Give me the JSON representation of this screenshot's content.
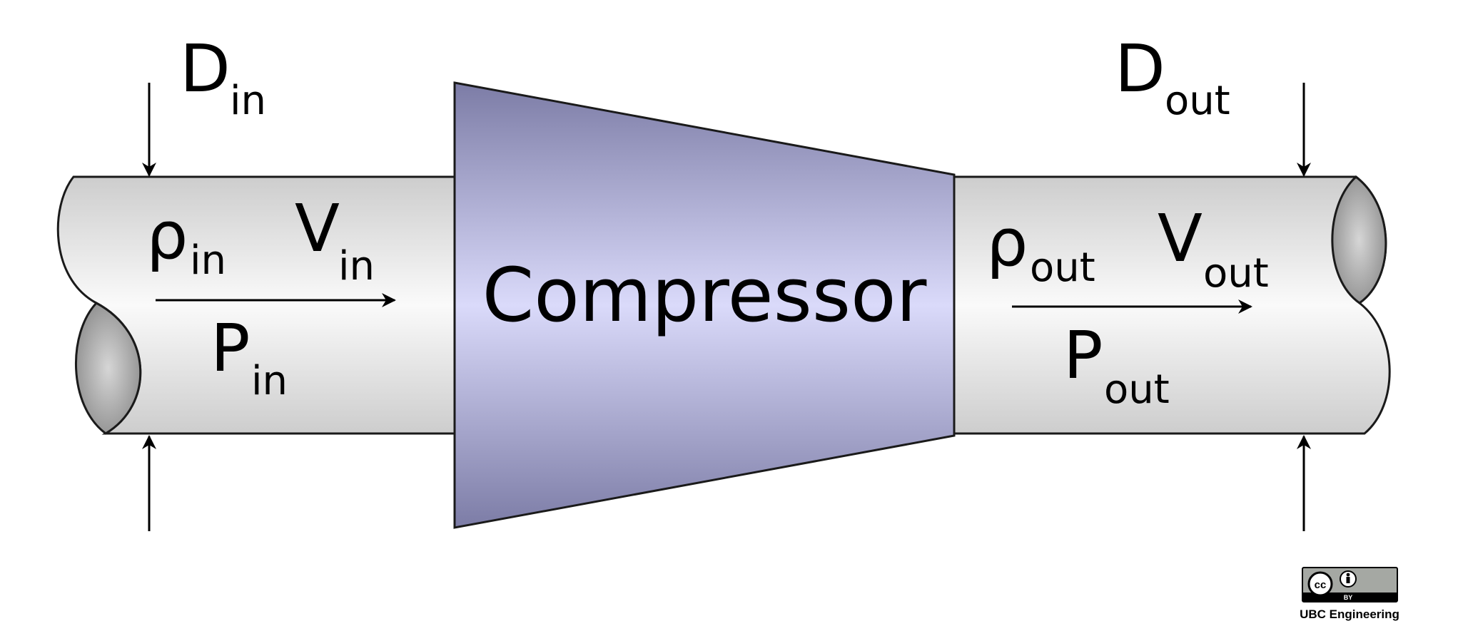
{
  "diagram": {
    "device_label": "Compressor",
    "inlet": {
      "diameter": {
        "symbol": "D",
        "subscript": "in"
      },
      "density": {
        "symbol": "ρ",
        "subscript": "in"
      },
      "velocity": {
        "symbol": "V",
        "subscript": "in"
      },
      "pressure": {
        "symbol": "P",
        "subscript": "in"
      }
    },
    "outlet": {
      "diameter": {
        "symbol": "D",
        "subscript": "out"
      },
      "density": {
        "symbol": "ρ",
        "subscript": "out"
      },
      "velocity": {
        "symbol": "V",
        "subscript": "out"
      },
      "pressure": {
        "symbol": "P",
        "subscript": "out"
      }
    }
  },
  "license": {
    "badge_cc": "cc",
    "badge_by": "BY",
    "credit": "UBC Engineering"
  },
  "colors": {
    "compressor_fill_center": "#d8d8f8",
    "compressor_fill_edge": "#8282ac",
    "pipe_fill_center": "#f7f7f7",
    "pipe_fill_edge": "#cfcfcf",
    "pipe_end_fill": "#9a9a9a",
    "stroke": "#1a1a1a"
  }
}
